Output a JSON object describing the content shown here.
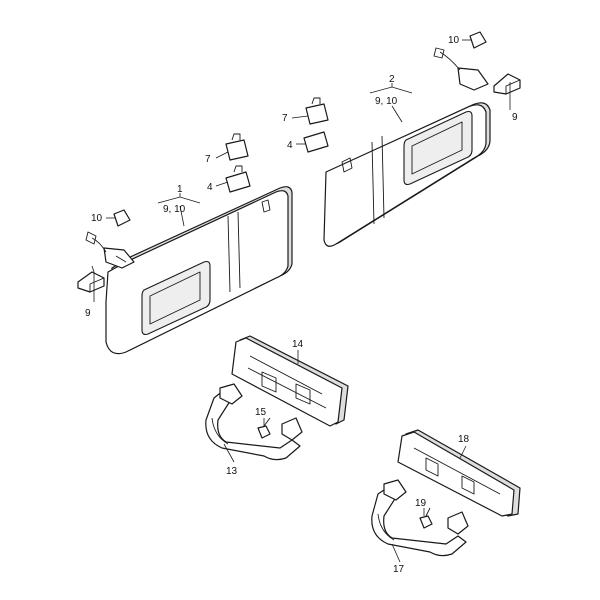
{
  "callouts": {
    "c1": "1",
    "c1_sub": "9, 10",
    "c2": "2",
    "c2_sub": "9, 10",
    "c4a": "4",
    "c4b": "4",
    "c7a": "7",
    "c7b": "7",
    "c9a": "9",
    "c9b": "9",
    "c10a": "10",
    "c10b": "10",
    "c13": "13",
    "c14": "14",
    "c15": "15",
    "c17": "17",
    "c18": "18",
    "c19": "19"
  }
}
